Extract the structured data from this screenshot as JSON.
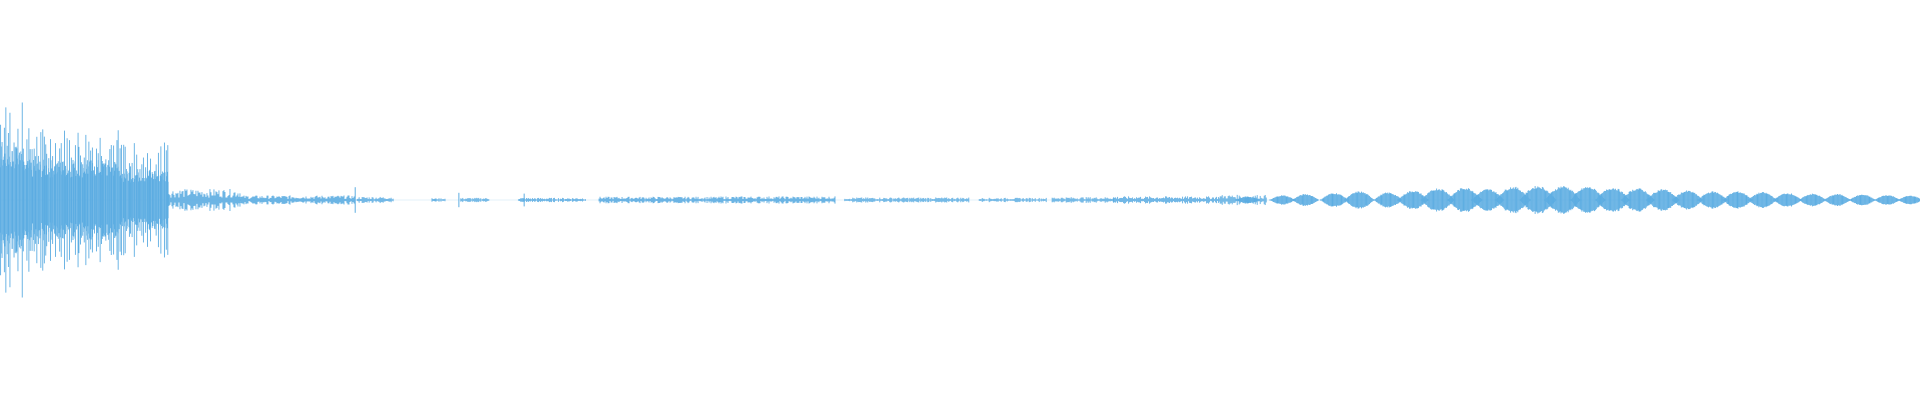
{
  "waveform": {
    "color": "#5dade2",
    "background": "#ffffff",
    "segments": [
      {
        "kind": "burst",
        "start": 0.0,
        "end": 0.012,
        "level": 0.62,
        "count": 12
      },
      {
        "kind": "burst",
        "start": 0.012,
        "end": 0.063,
        "level": 0.46,
        "count": 58
      },
      {
        "kind": "burst",
        "start": 0.063,
        "end": 0.088,
        "level": 0.36,
        "count": 26
      },
      {
        "kind": "noise",
        "start": 0.088,
        "end": 0.125,
        "level": 0.06
      },
      {
        "kind": "noise",
        "start": 0.125,
        "end": 0.185,
        "level": 0.025
      },
      {
        "kind": "spike",
        "at": 0.185,
        "level": 0.08
      },
      {
        "kind": "noise",
        "start": 0.186,
        "end": 0.205,
        "level": 0.018
      },
      {
        "kind": "noise",
        "start": 0.225,
        "end": 0.232,
        "level": 0.01
      },
      {
        "kind": "spike",
        "at": 0.239,
        "level": 0.045
      },
      {
        "kind": "noise",
        "start": 0.24,
        "end": 0.255,
        "level": 0.012
      },
      {
        "kind": "spike",
        "at": 0.273,
        "level": 0.04
      },
      {
        "kind": "noise",
        "start": 0.27,
        "end": 0.305,
        "level": 0.012
      },
      {
        "kind": "noise",
        "start": 0.312,
        "end": 0.375,
        "level": 0.018
      },
      {
        "kind": "noise",
        "start": 0.375,
        "end": 0.435,
        "level": 0.02
      },
      {
        "kind": "noise",
        "start": 0.44,
        "end": 0.505,
        "level": 0.014
      },
      {
        "kind": "noise",
        "start": 0.51,
        "end": 0.545,
        "level": 0.012
      },
      {
        "kind": "noise",
        "start": 0.548,
        "end": 0.58,
        "level": 0.016
      },
      {
        "kind": "noise",
        "start": 0.58,
        "end": 0.635,
        "level": 0.02
      },
      {
        "kind": "noise",
        "start": 0.635,
        "end": 0.66,
        "level": 0.028
      }
    ],
    "pulses": [
      {
        "at": 0.65,
        "level": 0.022
      },
      {
        "at": 0.668,
        "level": 0.03
      },
      {
        "at": 0.68,
        "level": 0.038
      },
      {
        "at": 0.695,
        "level": 0.045
      },
      {
        "at": 0.708,
        "level": 0.055
      },
      {
        "at": 0.723,
        "level": 0.048
      },
      {
        "at": 0.736,
        "level": 0.06
      },
      {
        "at": 0.749,
        "level": 0.075
      },
      {
        "at": 0.763,
        "level": 0.08
      },
      {
        "at": 0.775,
        "level": 0.07
      },
      {
        "at": 0.788,
        "level": 0.085
      },
      {
        "at": 0.801,
        "level": 0.09
      },
      {
        "at": 0.814,
        "level": 0.09
      },
      {
        "at": 0.827,
        "level": 0.085
      },
      {
        "at": 0.84,
        "level": 0.08
      },
      {
        "at": 0.853,
        "level": 0.075
      },
      {
        "at": 0.866,
        "level": 0.07
      },
      {
        "at": 0.879,
        "level": 0.06
      },
      {
        "at": 0.892,
        "level": 0.055
      },
      {
        "at": 0.905,
        "level": 0.055
      },
      {
        "at": 0.918,
        "level": 0.05
      },
      {
        "at": 0.931,
        "level": 0.045
      },
      {
        "at": 0.944,
        "level": 0.04
      },
      {
        "at": 0.957,
        "level": 0.038
      },
      {
        "at": 0.97,
        "level": 0.035
      },
      {
        "at": 0.983,
        "level": 0.032
      },
      {
        "at": 0.995,
        "level": 0.028
      }
    ]
  }
}
